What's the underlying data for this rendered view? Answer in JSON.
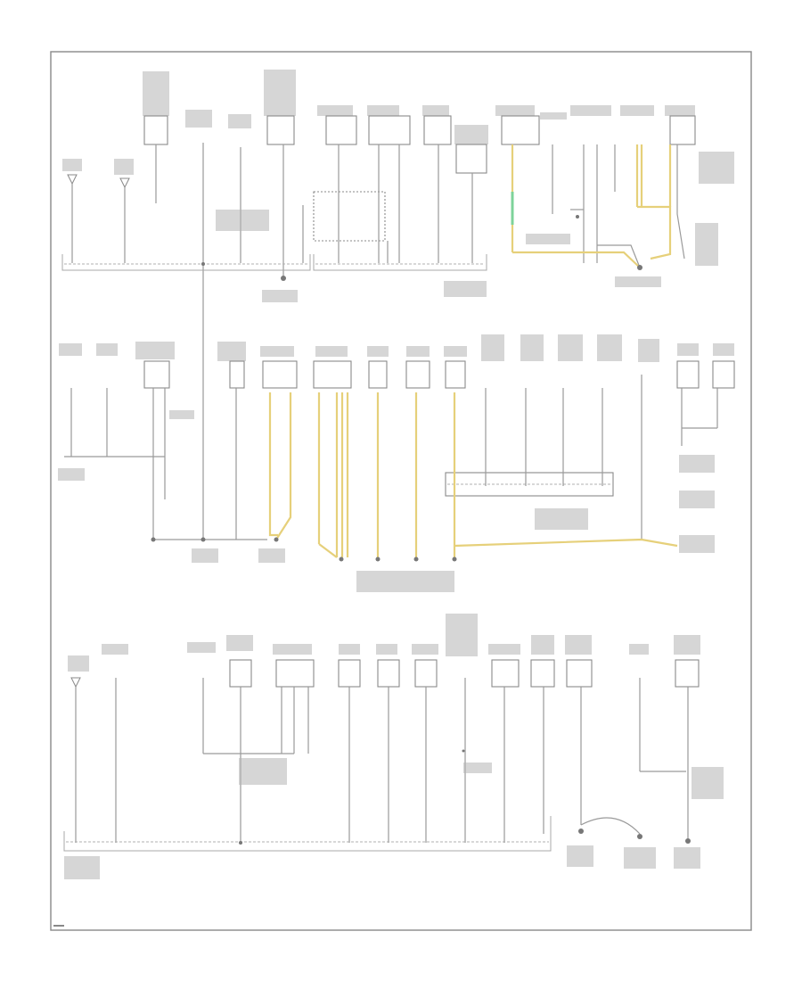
{
  "diagram": {
    "kind": "ground-distribution-wiring-diagram",
    "wire_colors": {
      "ground": "#9a9a9a",
      "yellow": "#e6d07a",
      "green": "#7ed39a"
    },
    "sections": [
      {
        "id": "top",
        "components": 20,
        "splice_rows": 2,
        "ground_points": 3
      },
      {
        "id": "middle",
        "components": 18,
        "splice_rows": 1,
        "ground_points": 6
      },
      {
        "id": "bottom",
        "components": 15,
        "splice_rows": 1,
        "ground_points": 3
      }
    ],
    "corner_mark": ""
  }
}
